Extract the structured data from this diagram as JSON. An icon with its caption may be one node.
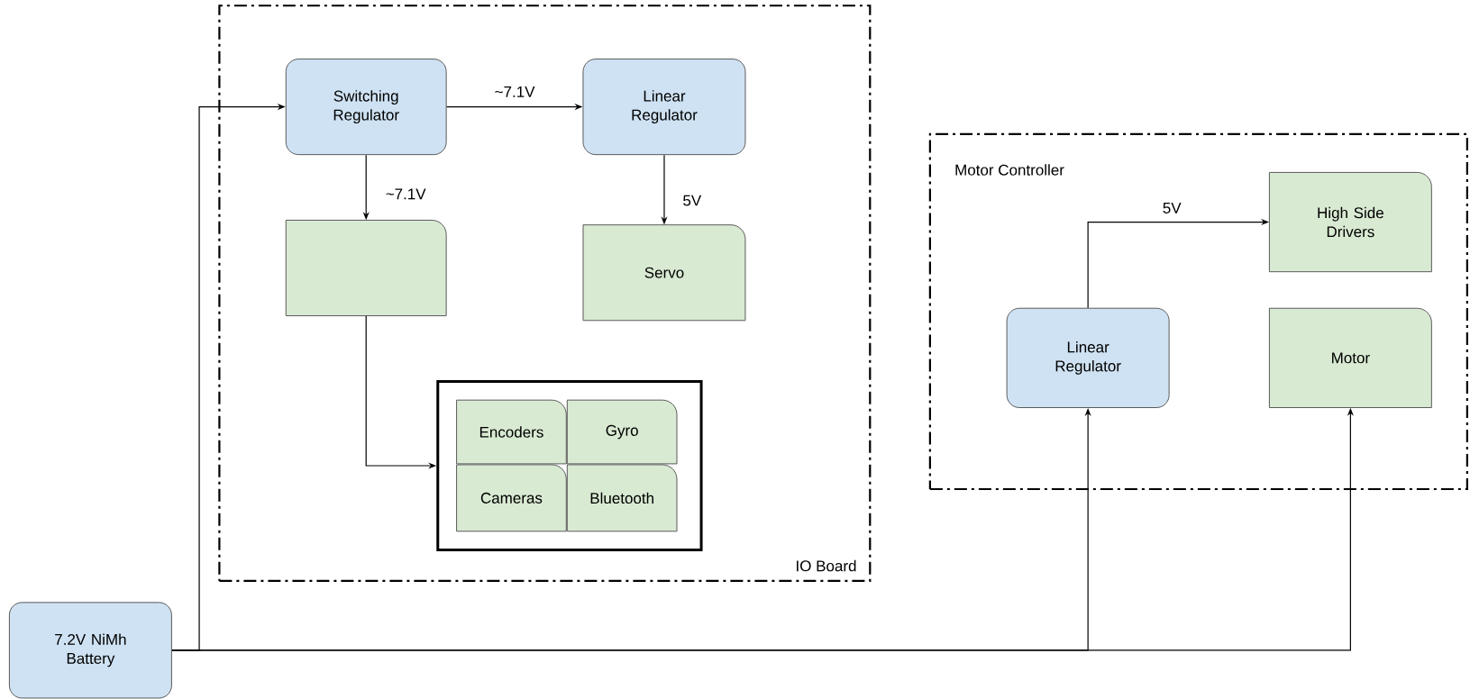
{
  "diagram": {
    "nodes": [
      {
        "text": [
          "IO Board"
        ]
      },
      {
        "text": [
          "Switching Regulator"
        ],
        "in": 0
      },
      {
        "text": [
          "Linear Regulator"
        ],
        "in": 0
      },
      {
        "text": [],
        "shape": "box",
        "in": 0
      },
      {
        "text": [
          "Servo"
        ],
        "in": 0
      },
      {
        "text": [],
        "shape": "box",
        "in": 0
      },
      {
        "text": [
          "Encoders"
        ],
        "in": 5
      },
      {
        "text": [
          "Gyro"
        ],
        "in": 5
      },
      {
        "text": [
          "Cameras"
        ],
        "in": 5
      },
      {
        "text": [
          "Bluetooth"
        ],
        "in": 5
      },
      {
        "text": [
          "Motor Controller"
        ]
      },
      {
        "text": [
          "High Side Drivers"
        ],
        "in": 10
      },
      {
        "text": [
          "Linear Regulator"
        ],
        "in": 10
      },
      {
        "text": [
          "Motor"
        ],
        "in": 10
      },
      {
        "text": [
          "7.2V NiMh Battery"
        ]
      }
    ],
    "edges": [
      {
        "from": 14,
        "to": 1,
        "arrow": "to"
      },
      {
        "from": 1,
        "to": 2,
        "arrow": "to",
        "label": "~7.1V"
      },
      {
        "from": 1,
        "to": 3,
        "arrow": "to",
        "label": "~7.1V"
      },
      {
        "from": 2,
        "to": 4,
        "arrow": "to",
        "label": "5V"
      },
      {
        "from": 3,
        "to": 5,
        "arrow": "to"
      },
      {
        "from": 14,
        "to": 12,
        "arrow": "to"
      },
      {
        "from": 14,
        "to": 13,
        "arrow": "to"
      },
      {
        "from": 12,
        "to": 11,
        "arrow": "to",
        "label": "5V"
      }
    ]
  }
}
